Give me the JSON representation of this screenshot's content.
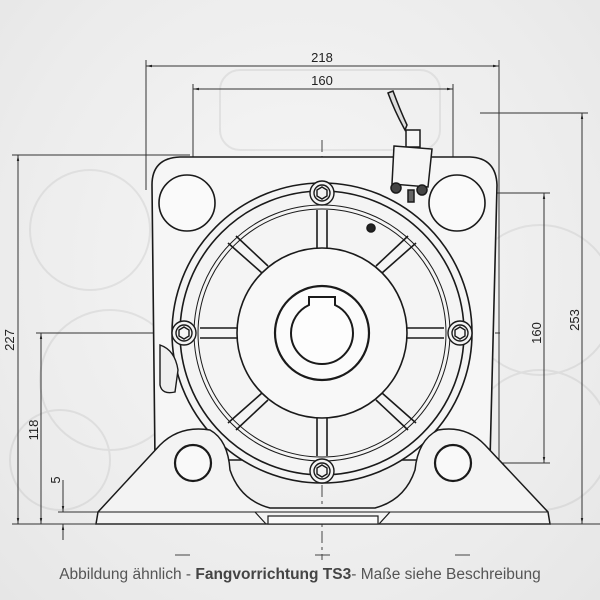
{
  "caption": {
    "prefix": "Abbildung ähnlich - ",
    "product": "Fangvorrichtung TS3",
    "suffix": "- Maße siehe Beschreibung"
  },
  "dimensions": {
    "overall_width": "218",
    "hole_spacing_horizontal": "160",
    "overall_height": "227",
    "axis_height": "118",
    "foot_thickness": "5",
    "hole_spacing_vertical": "160",
    "total_height_right": "253"
  },
  "colors": {
    "line": "#1a1a1a",
    "dim_line": "#333333",
    "background": "#efefef",
    "caption_text": "#555555"
  }
}
